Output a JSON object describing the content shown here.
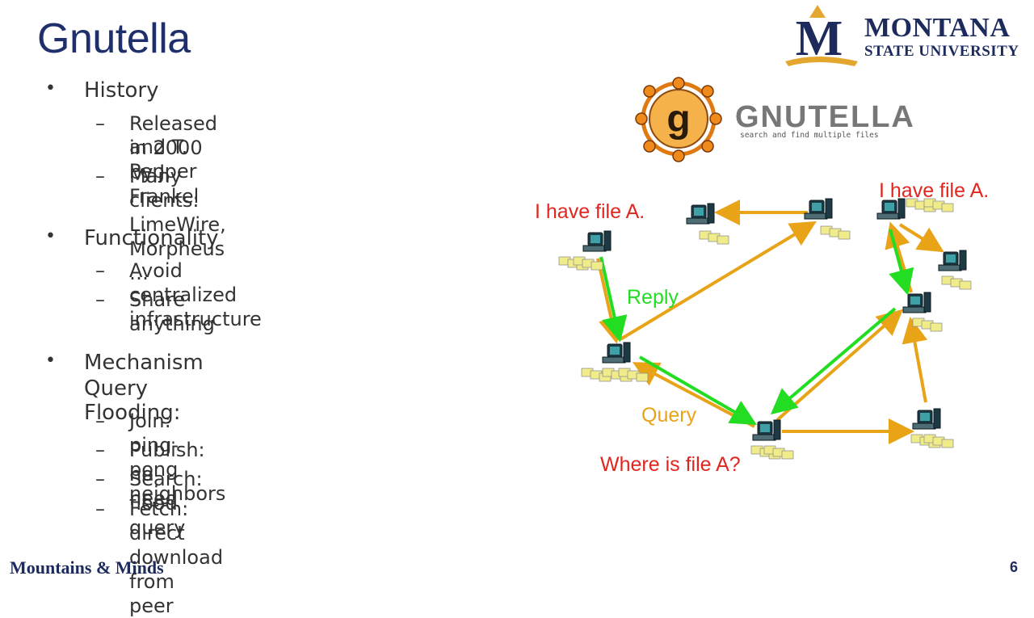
{
  "title": "Gnutella",
  "logo": {
    "line1": "MONTANA",
    "line2": "STATE UNIVERSITY",
    "mark": "M"
  },
  "sections": [
    {
      "heading": "History",
      "items": [
        "Released in 2000 by J. Frankel",
        "and T. Pepper",
        "Many clients: LimeWire, Morpheus …"
      ]
    },
    {
      "heading": "Functionality",
      "items": [
        "Avoid centralized infrastructure",
        "Share anything"
      ]
    },
    {
      "heading": "Mechanism",
      "subheading": "Query Flooding:",
      "items": [
        "Join: ping-pong neighbors",
        "Publish: no need",
        "Search: flood query",
        "Fetch: direct download from peer"
      ]
    }
  ],
  "diagram": {
    "gnutella_logo": {
      "letter": "g",
      "wordmark": "GNUTELLA",
      "tagline": "search and find multiple files"
    },
    "labels": {
      "have_left": "I have file A.",
      "have_right": "I have file A.",
      "reply": "Reply",
      "query": "Query",
      "where": "Where is file A?"
    },
    "colors": {
      "query": "#e8a317",
      "reply": "#22dd22",
      "red_text": "#e0261f"
    }
  },
  "footer": {
    "tagline": "Mountains & Minds",
    "page": "6"
  }
}
